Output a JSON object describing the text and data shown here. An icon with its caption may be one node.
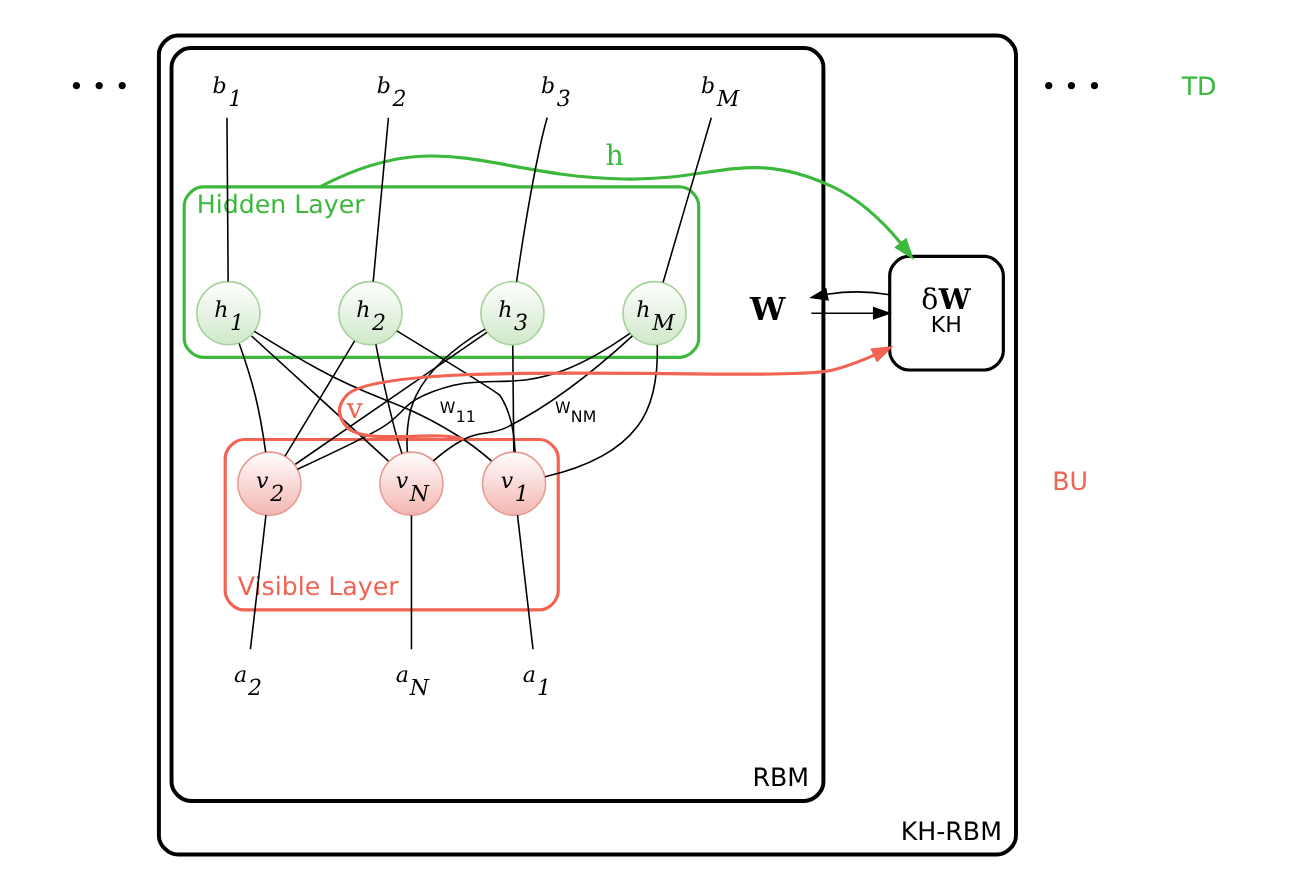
{
  "diagram": {
    "nodes": [
      {
        "text": [
          "KH-RBM"
        ]
      },
      {
        "text": [
          "RBM"
        ],
        "in": 0
      },
      {
        "text": [
          "δ**W**",
          "KH"
        ],
        "in": 0
      },
      {
        "text": [
          "W"
        ],
        "in": 1
      },
      {
        "text": [
          "Hidden Layer"
        ],
        "in": 1
      },
      {
        "text": [
          "h$_{1}$"
        ],
        "in": 4
      },
      {
        "text": [
          "h$_{2}$"
        ],
        "in": 4
      },
      {
        "text": [
          "h$_{3}$"
        ],
        "in": 4
      },
      {
        "text": [
          "h$_{M}$"
        ],
        "in": 4
      },
      {
        "text": [
          "Visible Layer"
        ],
        "in": 1
      },
      {
        "text": [
          "v$_{1}$"
        ],
        "in": 9
      },
      {
        "text": [
          "v$_{2}$"
        ],
        "in": 9
      },
      {
        "text": [
          "v$_{N}$"
        ],
        "in": 9
      },
      {
        "text": [
          "b$_{1}$"
        ],
        "in": 1
      },
      {
        "text": [
          "b$_{2}$"
        ],
        "in": 1
      },
      {
        "text": [
          "b$_{3}$"
        ],
        "in": 1
      },
      {
        "text": [
          "b$_{M}$"
        ],
        "in": 1
      },
      {
        "text": [
          "a$_{1}$"
        ],
        "in": 1
      },
      {
        "text": [
          "a$_{2}$"
        ],
        "in": 1
      },
      {
        "text": [
          "a$_{N}$"
        ],
        "in": 1
      }
    ],
    "edges": [
      {
        "from": 4,
        "to": 2,
        "arrow": "to",
        "label": "h",
        "color": "#3cb83c"
      },
      {
        "from": 9,
        "to": 2,
        "arrow": "to",
        "label": "v",
        "color": "#f26352"
      },
      {
        "from": 3,
        "to": 2,
        "arrow": "to"
      },
      {
        "from": 2,
        "to": 3,
        "arrow": "to"
      },
      {
        "from": 13,
        "to": 5,
        "arrow": "none"
      },
      {
        "from": 14,
        "to": 6,
        "arrow": "none"
      },
      {
        "from": 15,
        "to": 7,
        "arrow": "none"
      },
      {
        "from": 16,
        "to": 8,
        "arrow": "none"
      },
      {
        "from": 5,
        "to": 10,
        "arrow": "none",
        "label": "W$_{11}$"
      },
      {
        "from": 5,
        "to": 11,
        "arrow": "none"
      },
      {
        "from": 5,
        "to": 12,
        "arrow": "none"
      },
      {
        "from": 6,
        "to": 10,
        "arrow": "none"
      },
      {
        "from": 6,
        "to": 11,
        "arrow": "none"
      },
      {
        "from": 6,
        "to": 12,
        "arrow": "none"
      },
      {
        "from": 7,
        "to": 10,
        "arrow": "none"
      },
      {
        "from": 7,
        "to": 11,
        "arrow": "none"
      },
      {
        "from": 7,
        "to": 12,
        "arrow": "none"
      },
      {
        "from": 8,
        "to": 10,
        "arrow": "none"
      },
      {
        "from": 8,
        "to": 11,
        "arrow": "none"
      },
      {
        "from": 8,
        "to": 12,
        "arrow": "none",
        "label": "W$_{NM}$"
      },
      {
        "from": 10,
        "to": 17,
        "arrow": "none"
      },
      {
        "from": 11,
        "to": 18,
        "arrow": "none"
      },
      {
        "from": 12,
        "to": 19,
        "arrow": "none"
      }
    ],
    "labels": [
      "TD",
      "• • •",
      "• • •",
      "BU"
    ]
  }
}
